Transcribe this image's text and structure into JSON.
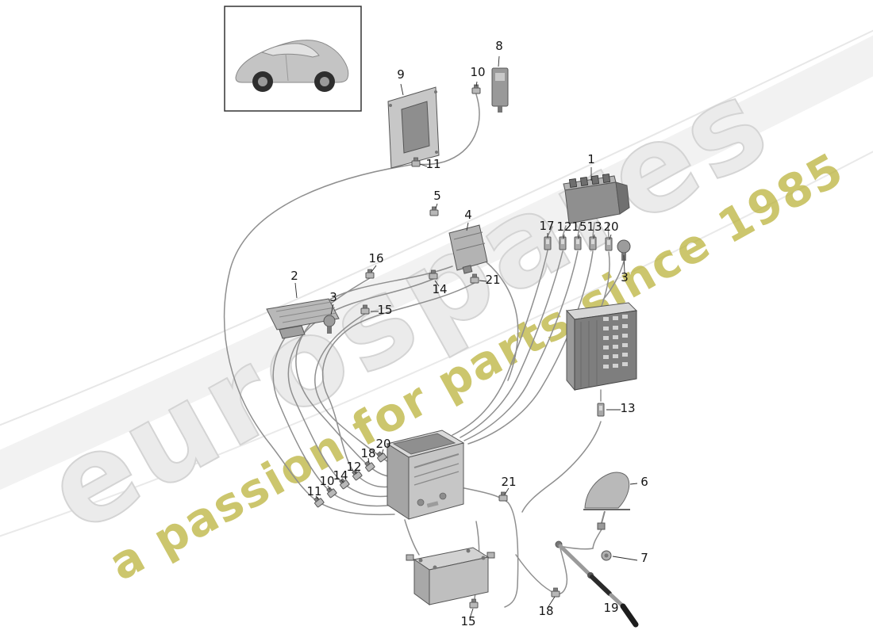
{
  "watermark": {
    "brand": "eurospares",
    "tagline": "a passion for parts since 1985",
    "brand_color": "#ebebeb",
    "tagline_color": "#b8b034"
  },
  "callouts": [
    {
      "label": "9"
    },
    {
      "label": "10"
    },
    {
      "label": "8"
    },
    {
      "label": "11"
    },
    {
      "label": "1"
    },
    {
      "label": "5"
    },
    {
      "label": "4"
    },
    {
      "label": "17"
    },
    {
      "label": "12"
    },
    {
      "label": "15"
    },
    {
      "label": "13"
    },
    {
      "label": "20"
    },
    {
      "label": "3"
    },
    {
      "label": "2"
    },
    {
      "label": "3"
    },
    {
      "label": "16"
    },
    {
      "label": "15"
    },
    {
      "label": "14"
    },
    {
      "label": "21"
    },
    {
      "label": "13"
    },
    {
      "label": "20"
    },
    {
      "label": "18"
    },
    {
      "label": "12"
    },
    {
      "label": "14"
    },
    {
      "label": "10"
    },
    {
      "label": "11"
    },
    {
      "label": "21"
    },
    {
      "label": "6"
    },
    {
      "label": "7"
    },
    {
      "label": "19"
    },
    {
      "label": "18"
    },
    {
      "label": "15"
    }
  ]
}
